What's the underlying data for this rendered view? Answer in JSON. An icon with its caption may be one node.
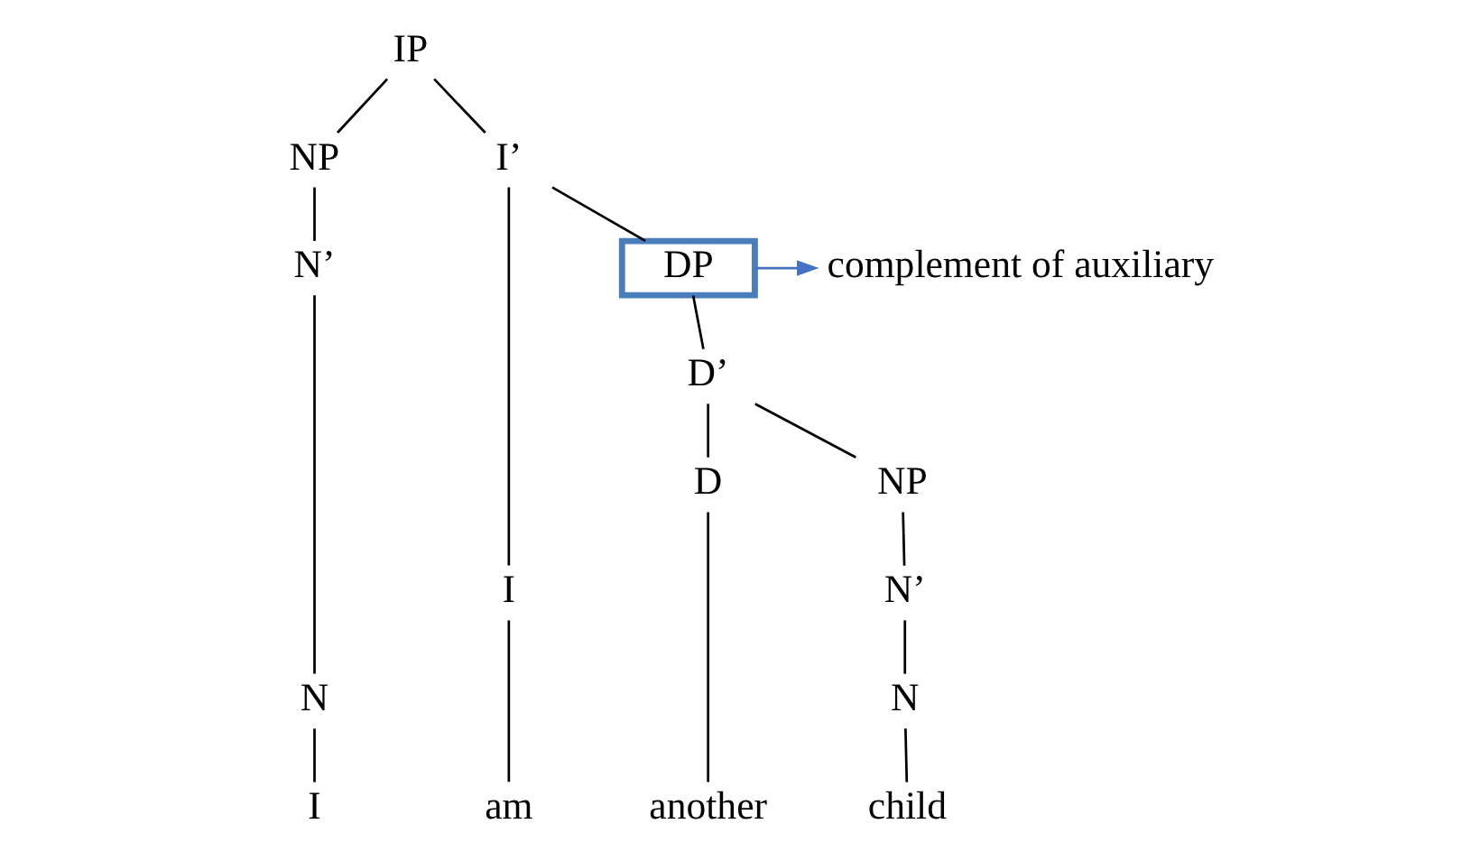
{
  "diagram": {
    "nodes": [
      {
        "text": [
          "IP"
        ]
      },
      {
        "text": [
          "NP"
        ]
      },
      {
        "text": [
          "I’"
        ]
      },
      {
        "text": [
          "N’"
        ]
      },
      {
        "text": [
          "I"
        ]
      },
      {
        "text": [
          "DP"
        ]
      },
      {
        "text": [
          "complement of auxiliary"
        ]
      },
      {
        "text": [
          "N"
        ]
      },
      {
        "text": [
          "D’"
        ]
      },
      {
        "text": [
          "D"
        ]
      },
      {
        "text": [
          "NP"
        ]
      },
      {
        "text": [
          "N’"
        ]
      },
      {
        "text": [
          "N"
        ]
      },
      {
        "text": [
          "I"
        ]
      },
      {
        "text": [
          "am"
        ]
      },
      {
        "text": [
          "another"
        ]
      },
      {
        "text": [
          "child"
        ]
      }
    ],
    "edges": [
      {
        "from": 0,
        "to": 1,
        "arrow": "none"
      },
      {
        "from": 0,
        "to": 2,
        "arrow": "none"
      },
      {
        "from": 1,
        "to": 3,
        "arrow": "none"
      },
      {
        "from": 2,
        "to": 4,
        "arrow": "none"
      },
      {
        "from": 2,
        "to": 5,
        "arrow": "none"
      },
      {
        "from": 5,
        "to": 6,
        "arrow": "to",
        "color": "#4472c4"
      },
      {
        "from": 3,
        "to": 7,
        "arrow": "none"
      },
      {
        "from": 5,
        "to": 8,
        "arrow": "none"
      },
      {
        "from": 8,
        "to": 9,
        "arrow": "none"
      },
      {
        "from": 8,
        "to": 10,
        "arrow": "none"
      },
      {
        "from": 10,
        "to": 11,
        "arrow": "none"
      },
      {
        "from": 11,
        "to": 12,
        "arrow": "none"
      },
      {
        "from": 7,
        "to": 13,
        "arrow": "none"
      },
      {
        "from": 4,
        "to": 14,
        "arrow": "none"
      },
      {
        "from": 9,
        "to": 15,
        "arrow": "none"
      },
      {
        "from": 12,
        "to": 16,
        "arrow": "none"
      }
    ]
  }
}
